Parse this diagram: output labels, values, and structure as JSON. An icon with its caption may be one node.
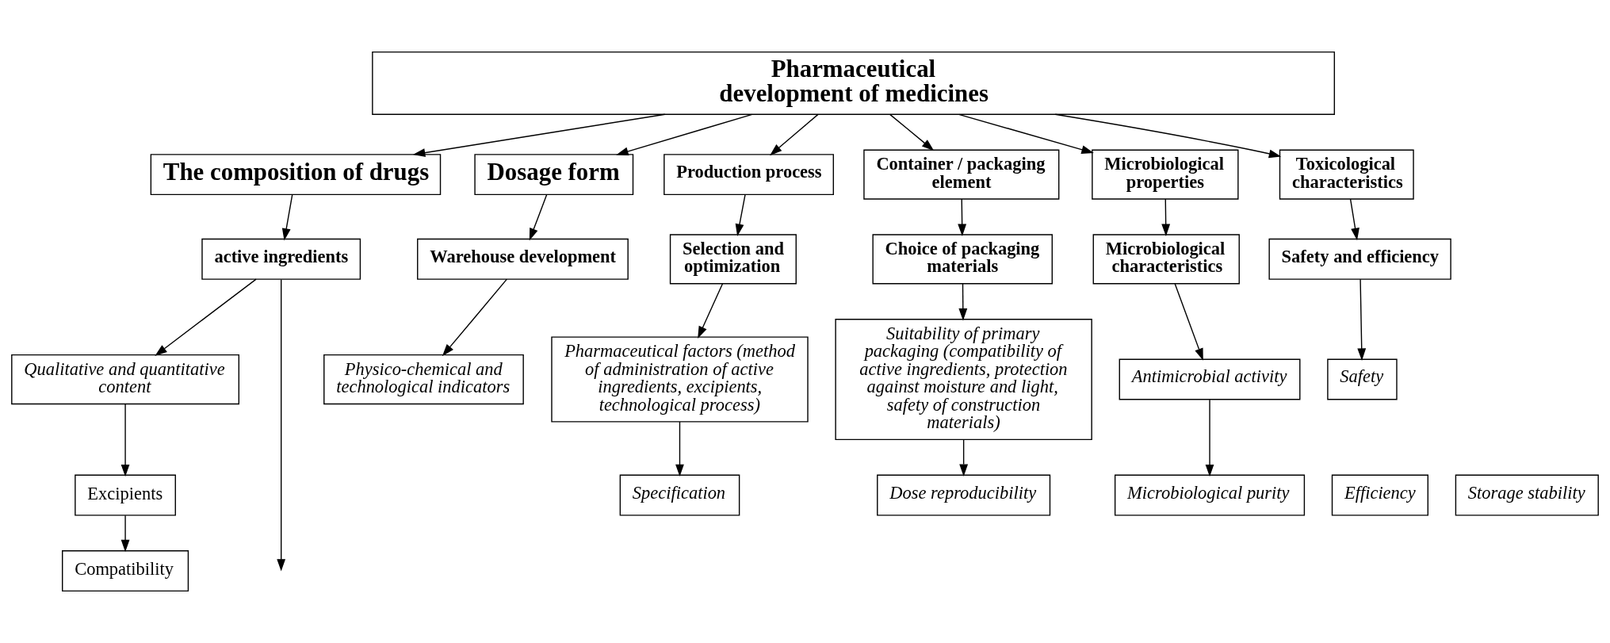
{
  "diagram": {
    "nodes": [
      {
        "text": [
          "Pharmaceutical development of medicines"
        ]
      },
      {
        "text": [
          "The composition of drugs"
        ]
      },
      {
        "text": [
          "Dosage form"
        ]
      },
      {
        "text": [
          "Production process"
        ]
      },
      {
        "text": [
          "Container / packaging element"
        ]
      },
      {
        "text": [
          "Microbiological properties"
        ]
      },
      {
        "text": [
          "Toxicological characteristics"
        ]
      },
      {
        "text": [
          "active ingredients"
        ]
      },
      {
        "text": [
          "Warehouse development"
        ]
      },
      {
        "text": [
          "Selection and optimization"
        ]
      },
      {
        "text": [
          "Choice of packaging materials"
        ]
      },
      {
        "text": [
          "Microbiological characteristics"
        ]
      },
      {
        "text": [
          "Safety and efficiency"
        ]
      },
      {
        "text": [
          "Qualitative and quantitative content"
        ]
      },
      {
        "text": [
          "Physico-chemical and technological indicators"
        ]
      },
      {
        "text": [
          "Pharmaceutical factors (method of administration of active ingredients, excipients, technological process)"
        ]
      },
      {
        "text": [
          "Suitability of primary packaging (compatibility of active ingredients, protection against moisture and light, safety of construction materials)"
        ]
      },
      {
        "text": [
          "Antimicrobial activity"
        ]
      },
      {
        "text": [
          "Safety"
        ]
      },
      {
        "text": [
          "Excipients"
        ]
      },
      {
        "text": [
          "Specification"
        ]
      },
      {
        "text": [
          "Microbiological purity"
        ]
      },
      {
        "text": [
          "Efficiency"
        ]
      },
      {
        "text": [
          "Compatibility"
        ]
      },
      {
        "text": [
          "Storage stability"
        ]
      },
      {
        "text": [
          "Dose reproducibility"
        ]
      }
    ],
    "edges": [
      {
        "from": 0,
        "to": 1,
        "arrow": "to"
      },
      {
        "from": 0,
        "to": 2,
        "arrow": "to"
      },
      {
        "from": 0,
        "to": 3,
        "arrow": "to"
      },
      {
        "from": 0,
        "to": 4,
        "arrow": "to"
      },
      {
        "from": 0,
        "to": 5,
        "arrow": "to"
      },
      {
        "from": 0,
        "to": 6,
        "arrow": "to"
      },
      {
        "from": 1,
        "to": 7,
        "arrow": "to"
      },
      {
        "from": 2,
        "to": 8,
        "arrow": "to"
      },
      {
        "from": 3,
        "to": 9,
        "arrow": "to"
      },
      {
        "from": 4,
        "to": 10,
        "arrow": "to"
      },
      {
        "from": 5,
        "to": 11,
        "arrow": "to"
      },
      {
        "from": 6,
        "to": 12,
        "arrow": "to"
      },
      {
        "from": 7,
        "to": 13,
        "arrow": "to"
      },
      {
        "from": 8,
        "to": 14,
        "arrow": "to"
      },
      {
        "from": 9,
        "to": 15,
        "arrow": "to"
      },
      {
        "from": 10,
        "to": 16,
        "arrow": "to"
      },
      {
        "from": 11,
        "to": 17,
        "arrow": "to"
      },
      {
        "from": 12,
        "to": 18,
        "arrow": "to"
      },
      {
        "from": 13,
        "to": 19,
        "arrow": "to"
      },
      {
        "from": 15,
        "to": 20,
        "arrow": "to"
      },
      {
        "from": 17,
        "to": 21,
        "arrow": "to"
      },
      {
        "from": 19,
        "to": 23,
        "arrow": "to"
      },
      {
        "from": 16,
        "to": 25,
        "arrow": "to"
      },
      {
        "from": 7,
        "to": null,
        "arrow": "to"
      }
    ]
  }
}
